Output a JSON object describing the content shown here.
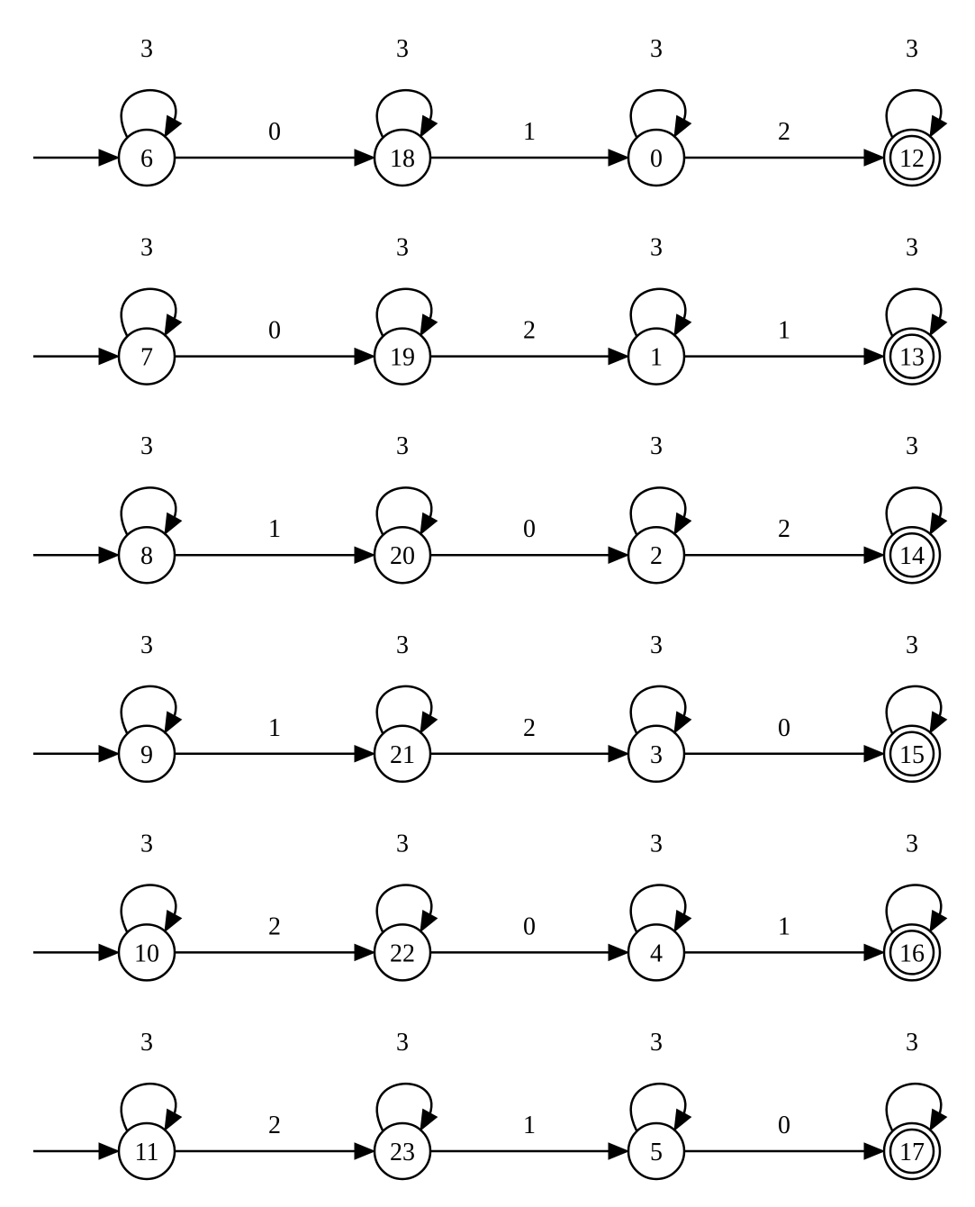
{
  "rows": [
    {
      "states": [
        "6",
        "18",
        "0",
        "12"
      ],
      "transitions": [
        "0",
        "1",
        "2"
      ],
      "loops": [
        "3",
        "3",
        "3",
        "3"
      ]
    },
    {
      "states": [
        "7",
        "19",
        "1",
        "13"
      ],
      "transitions": [
        "0",
        "2",
        "1"
      ],
      "loops": [
        "3",
        "3",
        "3",
        "3"
      ]
    },
    {
      "states": [
        "8",
        "20",
        "2",
        "14"
      ],
      "transitions": [
        "1",
        "0",
        "2"
      ],
      "loops": [
        "3",
        "3",
        "3",
        "3"
      ]
    },
    {
      "states": [
        "9",
        "21",
        "3",
        "15"
      ],
      "transitions": [
        "1",
        "2",
        "0"
      ],
      "loops": [
        "3",
        "3",
        "3",
        "3"
      ]
    },
    {
      "states": [
        "10",
        "22",
        "4",
        "16"
      ],
      "transitions": [
        "2",
        "0",
        "1"
      ],
      "loops": [
        "3",
        "3",
        "3",
        "3"
      ]
    },
    {
      "states": [
        "11",
        "23",
        "5",
        "17"
      ],
      "transitions": [
        "2",
        "1",
        "0"
      ],
      "loops": [
        "3",
        "3",
        "3",
        "3"
      ]
    }
  ]
}
